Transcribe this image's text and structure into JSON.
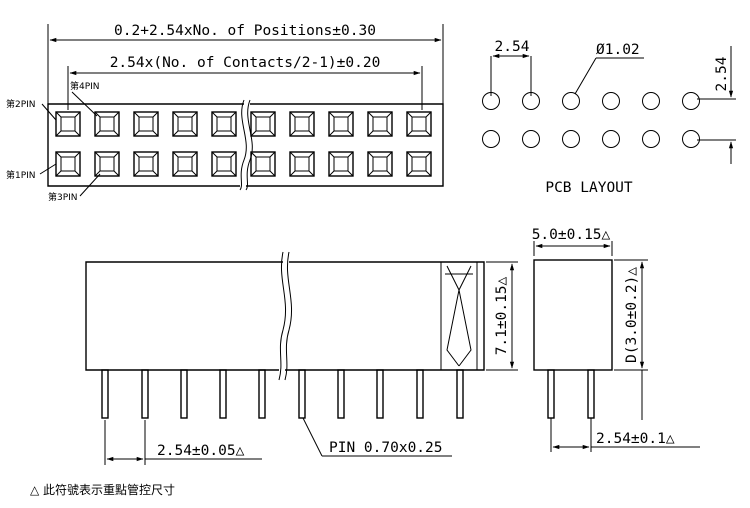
{
  "top_view": {
    "overall_dim": "0.2+2.54xNo. of Positions±0.30",
    "contact_dim": "2.54x(No. of Contacts/2-1)±0.20",
    "pin_labels": {
      "pin2": "第2PIN",
      "pin4": "第4PIN",
      "pin1": "第1PIN",
      "pin3": "第3PIN"
    }
  },
  "pcb_layout": {
    "pitch_x": "2.54",
    "hole_dia": "Ø1.02",
    "pitch_y": "2.54",
    "title": "PCB LAYOUT"
  },
  "front_view": {
    "pitch_dim": "2.54±0.05△",
    "pin_dim": "PIN 0.70x0.25",
    "height_dim": "7.1±0.15△"
  },
  "side_view": {
    "width_dim": "5.0±0.15△",
    "depth_dim": "D(3.0±0.2)△",
    "pitch_dim": "2.54±0.1△"
  },
  "note": "△ 此符號表示重點管控尺寸"
}
